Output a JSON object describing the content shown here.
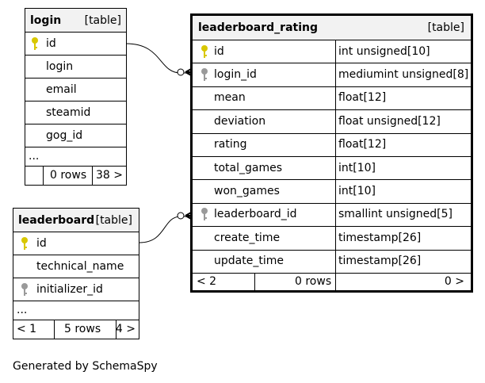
{
  "tables": {
    "login": {
      "name": "login",
      "type": "[table]",
      "columns": [
        "id",
        "login",
        "email",
        "steamid",
        "gog_id"
      ],
      "ellipsis": "...",
      "footer": {
        "left": "",
        "mid": "0 rows",
        "right": "38 >"
      }
    },
    "leaderboard": {
      "name": "leaderboard",
      "type": "[table]",
      "columns": [
        "id",
        "technical_name",
        "initializer_id"
      ],
      "ellipsis": "...",
      "footer": {
        "left": "< 1",
        "mid": "5 rows",
        "right": "4 >"
      }
    },
    "leaderboard_rating": {
      "name": "leaderboard_rating",
      "type": "[table]",
      "columns": [
        {
          "name": "id",
          "type": "int unsigned[10]"
        },
        {
          "name": "login_id",
          "type": "mediumint unsigned[8]"
        },
        {
          "name": "mean",
          "type": "float[12]"
        },
        {
          "name": "deviation",
          "type": "float unsigned[12]"
        },
        {
          "name": "rating",
          "type": "float[12]"
        },
        {
          "name": "total_games",
          "type": "int[10]"
        },
        {
          "name": "won_games",
          "type": "int[10]"
        },
        {
          "name": "leaderboard_id",
          "type": "smallint unsigned[5]"
        },
        {
          "name": "create_time",
          "type": "timestamp[26]"
        },
        {
          "name": "update_time",
          "type": "timestamp[26]"
        }
      ],
      "footer": {
        "left": "< 2",
        "mid": "0 rows",
        "right": "0 >"
      }
    }
  },
  "key_colors": {
    "primary": "#d8c700",
    "foreign": "#9a9a9a"
  },
  "generated_by": "Generated by SchemaSpy"
}
